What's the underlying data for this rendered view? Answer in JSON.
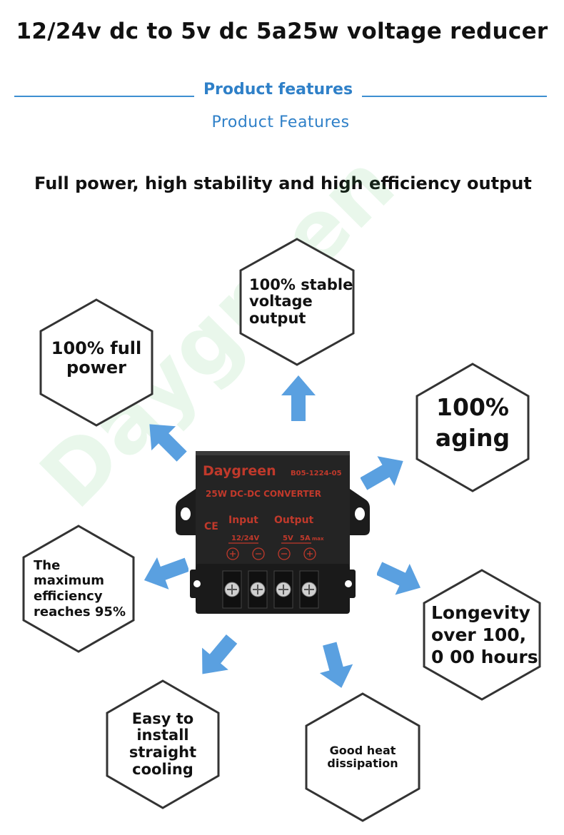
{
  "page": {
    "title": "12/24v dc to 5v dc 5a25w voltage reducer",
    "section_title": "Product features",
    "section_subtitle": "Product Features",
    "headline": "Full power, high stability and high efficiency output",
    "watermark": "Daygreen",
    "accent_color": "#2f80c8",
    "arrow_color": "#5aa0e0"
  },
  "features": [
    {
      "label": "100% stable\nvoltage\noutput"
    },
    {
      "label": "100% full\npower"
    },
    {
      "label": "100%\naging"
    },
    {
      "label": "The\nmaximum\nefficiency\nreaches 95%"
    },
    {
      "label": "Longevity\nover 100,\n0 00 hours"
    },
    {
      "label": "Easy to\ninstall\nstraight\ncooling"
    },
    {
      "label": "Good heat\ndissipation"
    }
  ],
  "product": {
    "brand": "Daygreen",
    "model": "B05-1224-05",
    "type": "25W DC-DC CONVERTER",
    "input_label": "Input",
    "output_label": "Output",
    "input_value": "12/24V",
    "output_voltage": "5V",
    "output_current": "5A",
    "max_label": "max",
    "ce_mark": "CE"
  }
}
